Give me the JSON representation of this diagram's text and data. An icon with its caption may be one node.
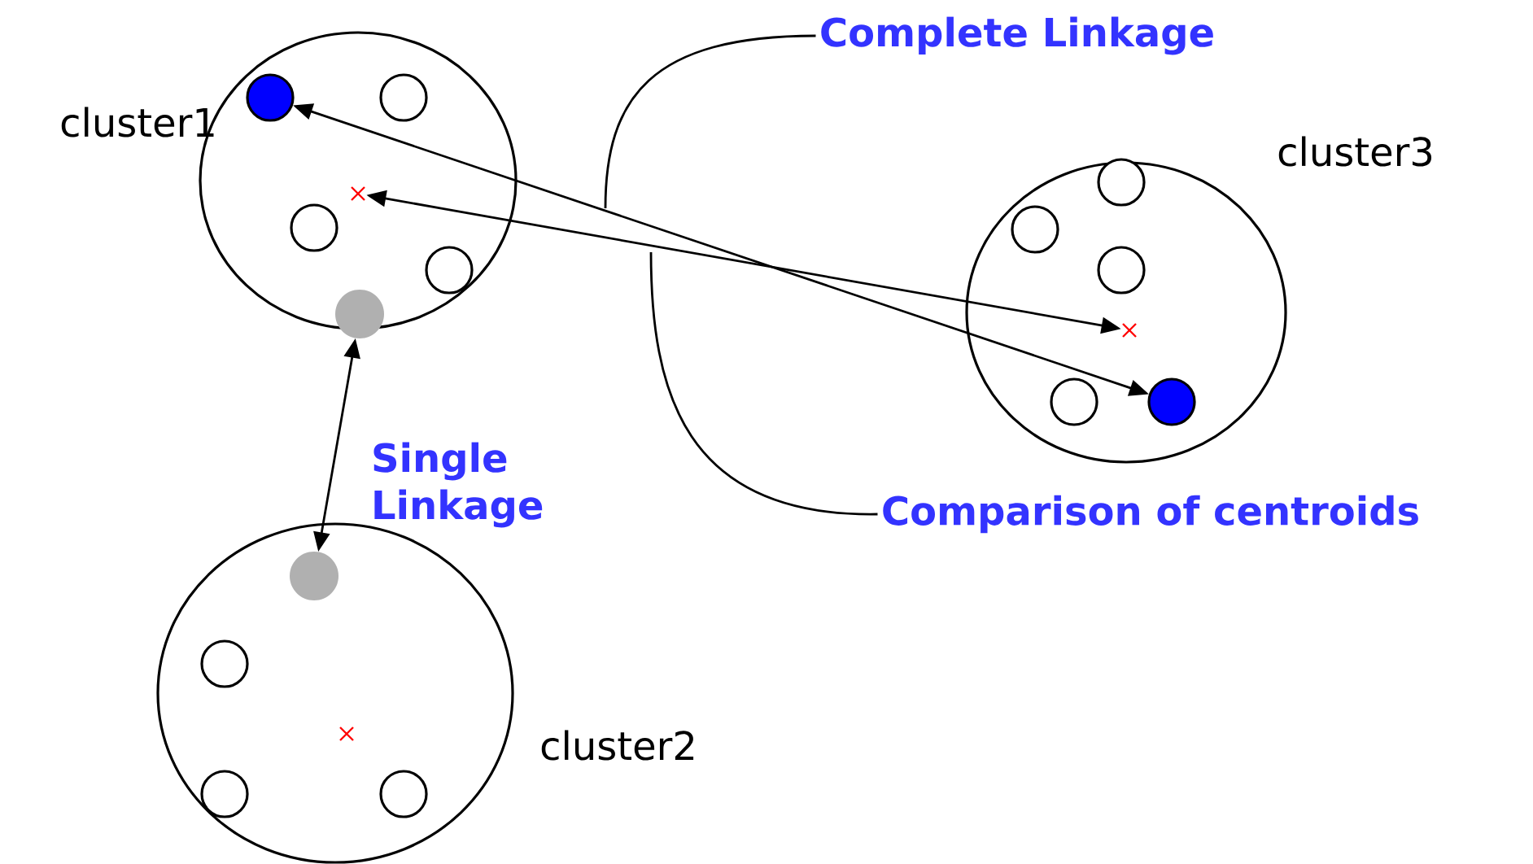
{
  "diagram": {
    "nodes": [
      {
        "text": [
          "cluster1"
        ]
      },
      {
        "text": [],
        "shape": "circle",
        "in": 0
      },
      {
        "text": [],
        "shape": "circle",
        "in": 0
      },
      {
        "text": [],
        "shape": "circle",
        "in": 0
      },
      {
        "text": [],
        "shape": "circle",
        "in": 0
      },
      {
        "text": [],
        "shape": "circle",
        "in": 0
      },
      {
        "text": [],
        "shape": "cross",
        "in": 0
      },
      {
        "text": [
          "cluster3"
        ]
      },
      {
        "text": [],
        "shape": "circle",
        "in": 7
      },
      {
        "text": [],
        "shape": "circle",
        "in": 7
      },
      {
        "text": [],
        "shape": "circle",
        "in": 7
      },
      {
        "text": [],
        "shape": "circle",
        "in": 7
      },
      {
        "text": [],
        "shape": "circle",
        "in": 7
      },
      {
        "text": [],
        "shape": "cross",
        "in": 7
      },
      {
        "text": [
          "cluster2"
        ]
      },
      {
        "text": [],
        "shape": "circle",
        "in": 14
      },
      {
        "text": [],
        "shape": "circle",
        "in": 14
      },
      {
        "text": [],
        "shape": "circle",
        "in": 14
      },
      {
        "text": [],
        "shape": "circle",
        "in": 14
      },
      {
        "text": [],
        "shape": "cross",
        "in": 14
      },
      {
        "text": [
          "Complete Linkage"
        ]
      },
      {
        "text": [
          "Comparison of centroids"
        ]
      }
    ],
    "edges": [
      {
        "from": 12,
        "to": 1,
        "arrow": "both"
      },
      {
        "from": 13,
        "to": 6,
        "arrow": "both"
      },
      {
        "from": 15,
        "to": 5,
        "arrow": "both",
        "label": "Single Linkage"
      },
      {
        "from": 20,
        "to": null,
        "arrow": "none"
      },
      {
        "from": 21,
        "to": null,
        "arrow": "none"
      }
    ]
  }
}
